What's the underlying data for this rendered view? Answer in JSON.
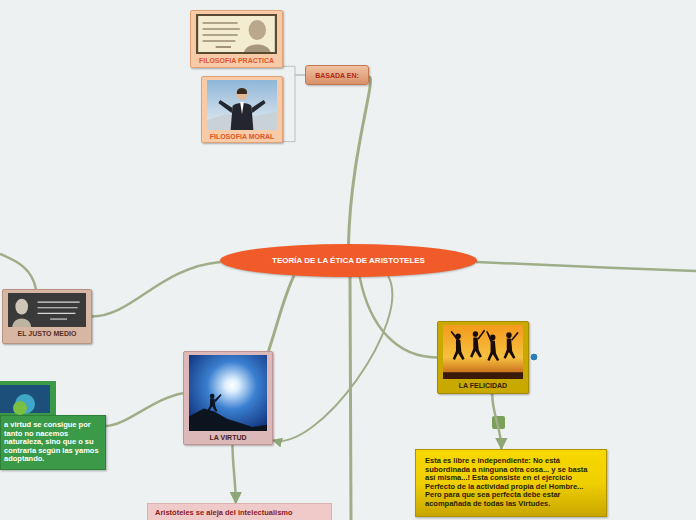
{
  "diagram": {
    "nodes": [
      {
        "text": [
          "TEORÍA DE LA ÉTICA DE ARISTOTELES"
        ]
      },
      {
        "text": [
          "BASADA EN:"
        ]
      },
      {
        "text": [
          "FILOSOFIA PRACTICA"
        ]
      },
      {
        "text": [
          "FILOSOFIA MORAL"
        ]
      },
      {
        "text": [
          "EL JUSTO MEDIO"
        ]
      },
      {
        "text": [
          "LA VIRTUD"
        ]
      },
      {
        "text": [
          "a virtud se consigue por tanto no nacemos naturaleza, sino que o su contraria según las yamos adoptando."
        ]
      },
      {
        "text": [
          "Aristóteles se aleja del intelectualismo"
        ]
      },
      {
        "text": [
          "LA FELICIDAD"
        ]
      },
      {
        "text": [
          "Esta es libre e independiente: No está subordinada a ninguna otra cosa... y se basta así misma...! Esta consiste en el ejercicio Perfecto de la actividad propia del Hombre... Pero para que sea perfecta debe estar acompañada de todas las Virtudes."
        ]
      }
    ],
    "edges": [
      {
        "from": 0,
        "to": 1,
        "arrow": "none"
      },
      {
        "from": 1,
        "to": 2,
        "arrow": "none"
      },
      {
        "from": 1,
        "to": 3,
        "arrow": "none"
      },
      {
        "from": 0,
        "to": 4,
        "arrow": "none"
      },
      {
        "from": 0,
        "to": 5,
        "arrow": "none"
      },
      {
        "from": 0,
        "to": 5,
        "arrow": "to"
      },
      {
        "from": 0,
        "to": 8,
        "arrow": "none"
      },
      {
        "from": 5,
        "to": 6,
        "arrow": "none"
      },
      {
        "from": 5,
        "to": 7,
        "arrow": "to"
      },
      {
        "from": 8,
        "to": 9,
        "arrow": "to"
      }
    ]
  }
}
